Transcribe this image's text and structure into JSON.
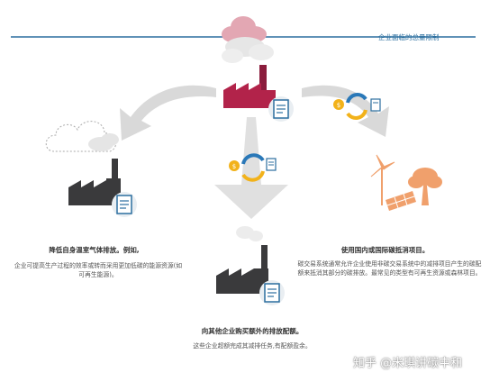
{
  "header": {
    "title": "企业面临的总量限制"
  },
  "left_option": {
    "heading": "降低自身温室气体排放。例如,",
    "body": "企业可提高生产过程的效率或转而采用更加低碳的能源资源(如可再生能源)。"
  },
  "right_option": {
    "heading": "使用国内或国际碳抵消项目。",
    "body": "碳交易系统通常允许企业使用非碳交易系统中的减排项目产生的碳配额来抵消其部分的碳排放。最常见的类型有可再生资源或森林项目。"
  },
  "bottom_option": {
    "heading": "向其他企业购买额外的排放配额。",
    "body": "这些企业超额完成其减排任务,有配额盈余。"
  },
  "watermark": {
    "text": "知乎 @米琪讲碳中和"
  },
  "colors": {
    "factory_top": "#b2234a",
    "factory_dark": "#3a3a3c",
    "chimney": "#8a1c3c",
    "smoke": "#e3a7b3",
    "arrow_gray": "#d9d9d9",
    "accent_blue": "#2c6f9f",
    "coin_gold": "#f2b21a",
    "cycle_blue": "#2a78b8",
    "solar_orange": "#f0a06c",
    "turbine_orange": "#f0a06c"
  },
  "icons": [
    "factory-icon",
    "document-icon",
    "coin-exchange-icon",
    "cloud-icon",
    "wind-turbine-icon",
    "solar-panel-icon",
    "tree-icon"
  ]
}
